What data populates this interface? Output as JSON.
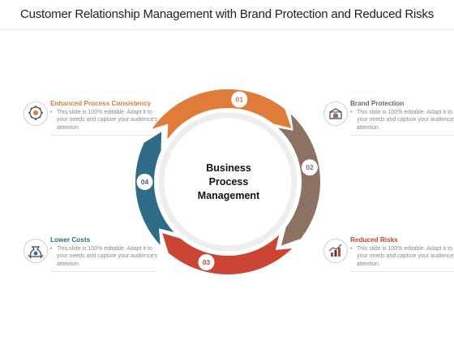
{
  "title": "Customer Relationship Management with Brand Protection and Reduced Risks",
  "center": {
    "line1": "Business",
    "line2": "Process",
    "line3": "Management"
  },
  "segments": [
    {
      "number": "01",
      "color": "#e07b3a"
    },
    {
      "number": "02",
      "color": "#8c7262"
    },
    {
      "number": "03",
      "color": "#cc4433"
    },
    {
      "number": "04",
      "color": "#2e6b86"
    }
  ],
  "callouts": {
    "enhanced": {
      "heading": "Enhanced Process Consistency",
      "body": "This slide is 100% editable. Adapt it to your needs and capture your audience's attention.",
      "color": "#e07b3a",
      "icon": "gear-bulb-icon"
    },
    "brand": {
      "heading": "Brand Protection",
      "body": "This slide is 100% editable. Adapt it to your needs and capture your audience's attention.",
      "color": "#7a6558",
      "icon": "shield-box-icon"
    },
    "reduced": {
      "heading": "Reduced Risks",
      "body": "This slide is 100% editable. Adapt it to your needs and capture your audience's attention.",
      "color": "#cc4433",
      "icon": "risk-chart-icon"
    },
    "lower": {
      "heading": "Lower Costs",
      "body": "This slide is 100% editable. Adapt it to your needs and capture your audience's attention.",
      "color": "#2e6b86",
      "icon": "money-bag-icon"
    }
  },
  "bullet": "•"
}
